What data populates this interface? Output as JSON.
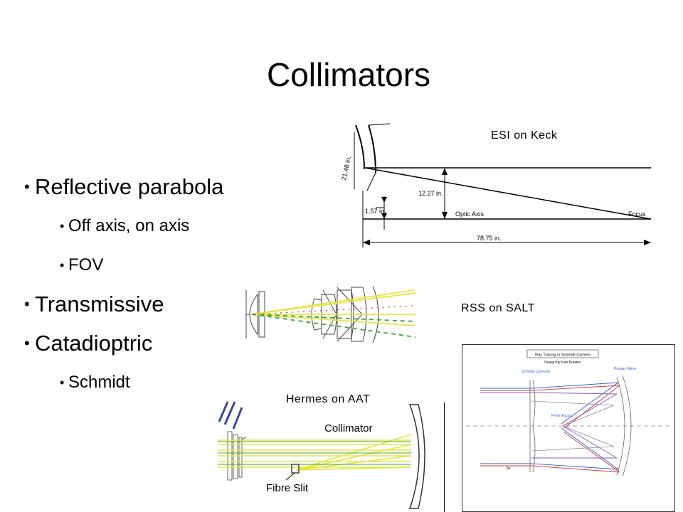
{
  "title": "Collimators",
  "bullets": [
    {
      "text": "Reflective parabola",
      "level": 1
    },
    {
      "text": "Off axis, on axis",
      "level": 2
    },
    {
      "text": "FOV",
      "level": 2
    },
    {
      "text": "Transmissive",
      "level": 1
    },
    {
      "text": "Catadioptric",
      "level": 1
    },
    {
      "text": "Schmidt",
      "level": 2
    }
  ],
  "captions": {
    "esi": "ESI on Keck",
    "rss": "RSS on SALT",
    "hermes": "Hermes on AAT"
  },
  "esi_diagram": {
    "mirror_label": "21.48 in.",
    "height_label": "12.27 in.",
    "offset_label": "1.57 in.",
    "axis_label": "Optic Axis",
    "focus_label": "Focus",
    "length_label": "78.75 in."
  },
  "hermes_diagram": {
    "collimator_label": "Collimator",
    "slit_label": "Fibre Slit"
  },
  "schmidt_diagram": {
    "title": "Ray Tracing in Schmidt Camera",
    "subtitle": "Design by Ivan Krastev",
    "corrector_label": "Schmidt Corrector",
    "mirror_label": "Primary Mirror",
    "focus_label": "Prime Focus",
    "angle_label": "2w"
  },
  "colors": {
    "ray_yellow": "#e4e640",
    "ray_green": "#3aa83a",
    "ray_red": "#d0343a",
    "ray_blue": "#3a5ad8",
    "ray_purple": "#8a5ac0"
  }
}
